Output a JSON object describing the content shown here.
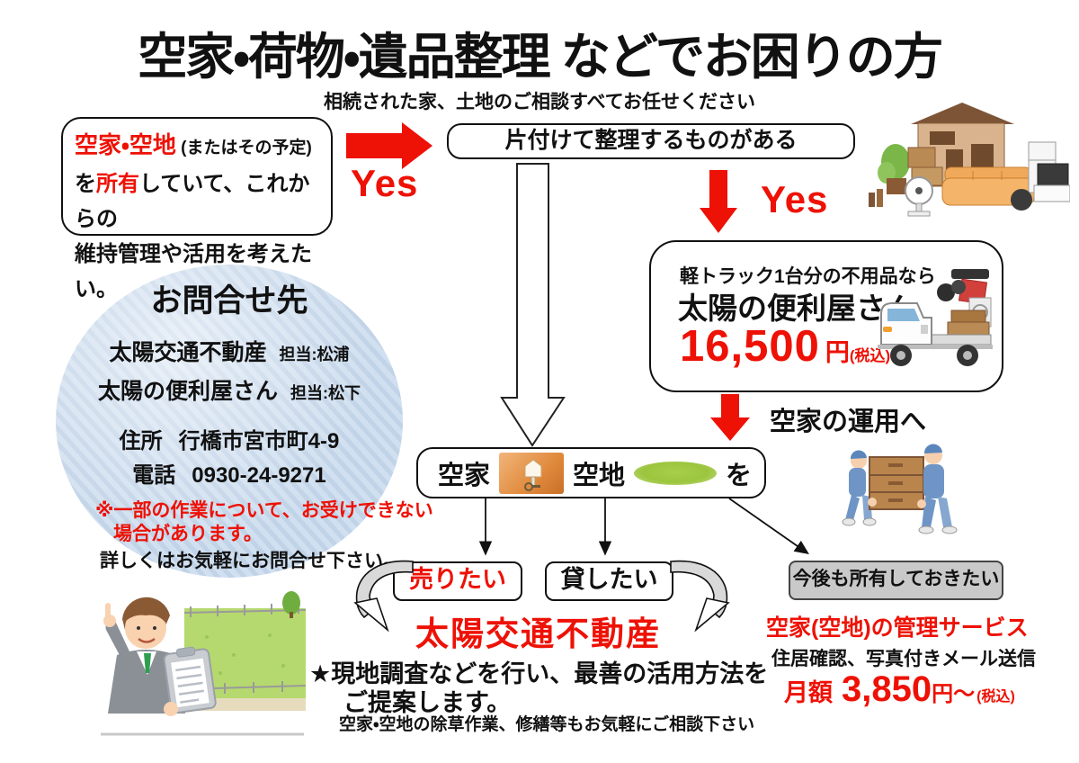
{
  "colors": {
    "accent_red": "#ee1105",
    "circle_blue": "#cfdeee",
    "keep_gray": "#c9c9c9"
  },
  "header": {
    "title": "空家・荷物・遺品整理 などでお困りの方",
    "subtitle": "相続された家、土地のご相談すべてお任せください"
  },
  "own_box": {
    "line1_red": "空家・空地",
    "line1_note": " (またはその予定)",
    "line2_pre": "を",
    "line2_red": "所有",
    "line2_post": "していて、これからの",
    "line3": "維持管理や活用を考えたい。"
  },
  "labels": {
    "yes_left": "Yes",
    "yes_right": "Yes"
  },
  "tidy_box": {
    "text": "片付けて整理するものがある"
  },
  "benriya": {
    "caption": "軽トラック1台分の不用品なら",
    "name": "太陽の便利屋さん",
    "price": "16,500",
    "unit": "円",
    "tax": "(税込)"
  },
  "unyou": {
    "text": "空家の運用へ"
  },
  "akiya_box": {
    "akiya": "空家",
    "akichi": "空地",
    "particle": "を"
  },
  "branches": {
    "sell": "売りたい",
    "lend": "貸したい",
    "keep": "今後も所有しておきたい"
  },
  "fudousan": {
    "name": "太陽交通不動産"
  },
  "proposal": {
    "line1": "★現地調査などを行い、最善の活用方法を",
    "line2": "ご提案します。",
    "line3": "空家・空地の除草作業、修繕等もお気軽にご相談下さい"
  },
  "kanri": {
    "title": "空家(空地)の管理サービス",
    "desc": "住居確認、写真付きメール送信",
    "label": "月額",
    "price": "3,850",
    "unit": "円～",
    "tax": "(税込)"
  },
  "contact": {
    "title": "お問合せ先",
    "company1": "太陽交通不動産",
    "rep1": "担当:松浦",
    "company2": "太陽の便利屋さん",
    "rep2": "担当:松下",
    "addr_label": "住所",
    "addr": "行橋市宮市町4-9",
    "tel_label": "電話",
    "tel": "0930-24-9271",
    "note1": "※一部の作業について、お受けできない",
    "note2": "場合があります。",
    "note3": "詳しくはお気軽にお問合せ下さい。"
  }
}
